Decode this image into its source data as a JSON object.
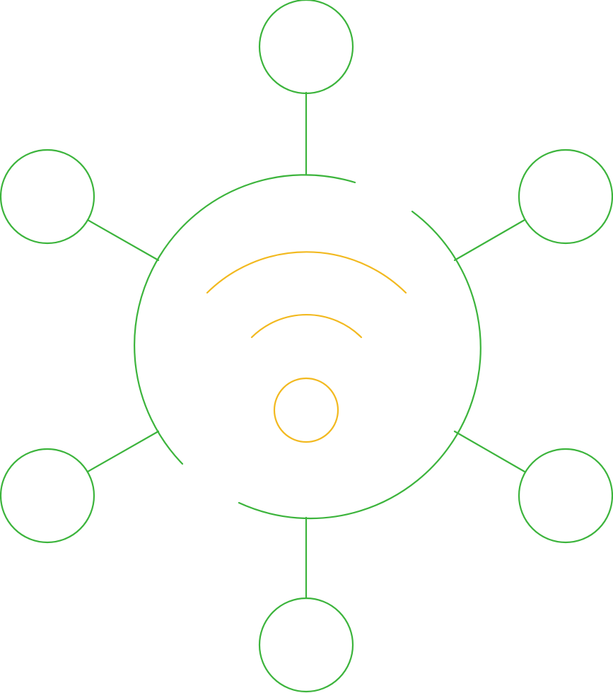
{
  "icon": {
    "name": "wireless-network-hub-icon",
    "colors": {
      "outline": "#3cb43c",
      "signal": "#f2b91f",
      "background": "#ffffff"
    },
    "satellite_nodes": [
      "node-top",
      "node-upper-right",
      "node-lower-right",
      "node-bottom",
      "node-lower-left",
      "node-upper-left"
    ]
  }
}
